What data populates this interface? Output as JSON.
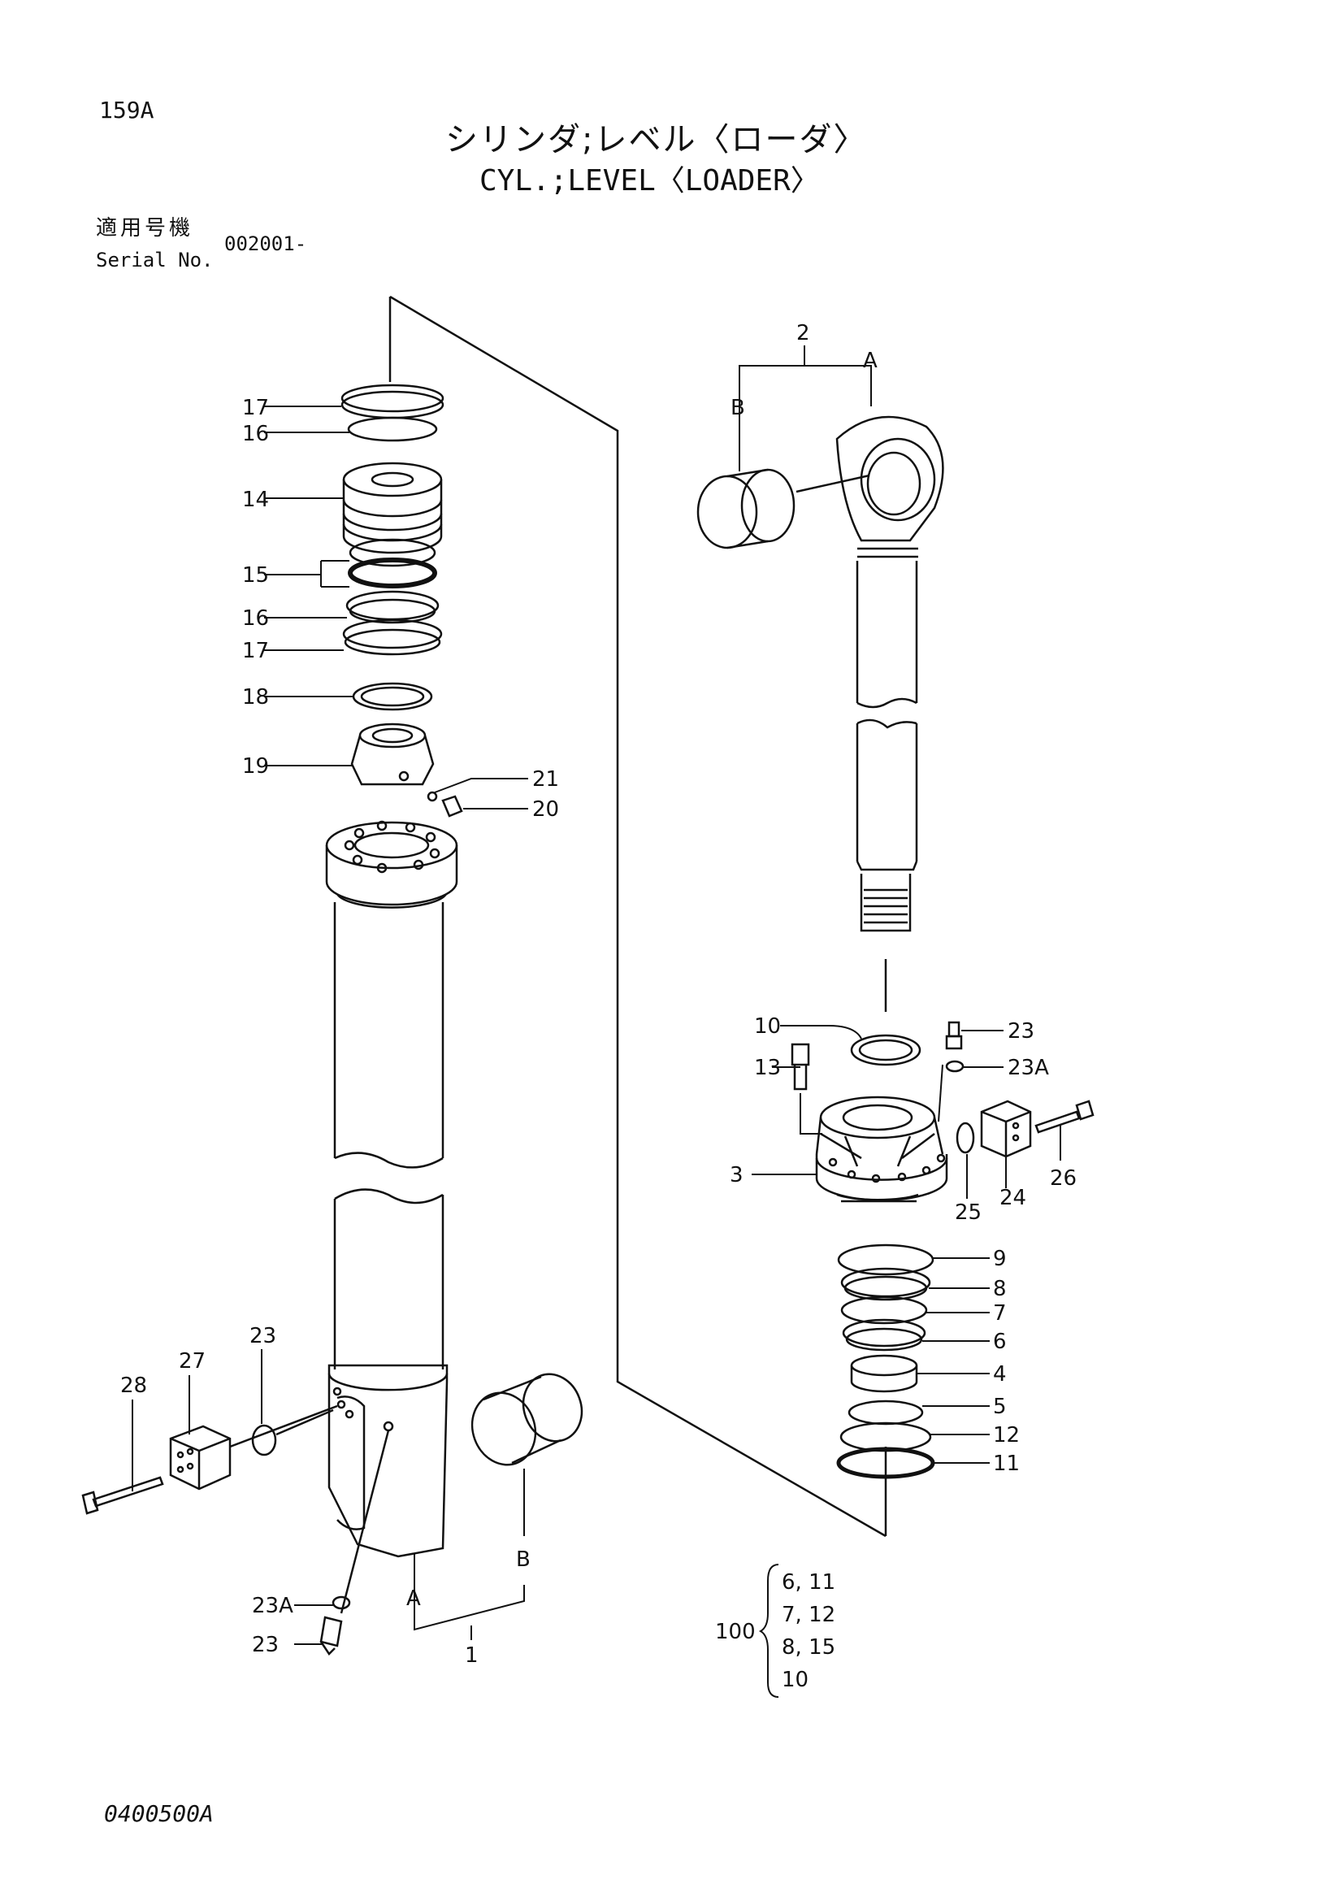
{
  "page_number": "159A",
  "title_jp": "シリンダ;レベル〈ローダ〉",
  "title_en": "CYL.;LEVEL〈LOADER〉",
  "serial_label_jp": "適用号機",
  "serial_label_en": "Serial No.",
  "serial_value": "002001-",
  "diagram_code": "0400500A",
  "callouts": {
    "c17a": "17",
    "c16a": "16",
    "c14": "14",
    "c15": "15",
    "c16b": "16",
    "c17b": "17",
    "c18": "18",
    "c19": "19",
    "c21": "21",
    "c20": "20",
    "c2": "2",
    "cB_top": "B",
    "cA_top": "A",
    "c10": "10",
    "c23_top": "23",
    "c13": "13",
    "c23A_top": "23A",
    "c3": "3",
    "c24": "24",
    "c25": "25",
    "c26": "26",
    "c9": "9",
    "c8": "8",
    "c7": "7",
    "c6": "6",
    "c4": "4",
    "c5": "5",
    "c12": "12",
    "c11": "11",
    "c28": "28",
    "c27": "27",
    "c23_left": "23",
    "c23A_bottom": "23A",
    "c23_bottom": "23",
    "cA_bottom": "A",
    "cB_bottom": "B",
    "c1": "1"
  },
  "kit": {
    "number": "100",
    "lines": [
      "6, 11",
      "7, 12",
      "8, 15",
      "10"
    ]
  }
}
